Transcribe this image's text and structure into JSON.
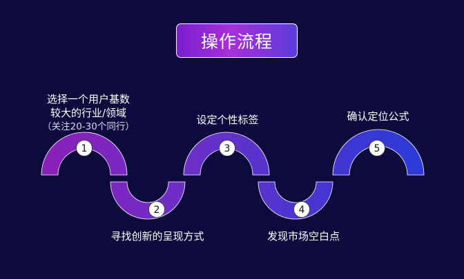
{
  "title": "操作流程",
  "steps": [
    {
      "number": "1",
      "line1": "选择一个用户基数",
      "line2": "较大的行业/领域",
      "note": "（关注20-30个同行）"
    },
    {
      "number": "2",
      "line1": "寻找创新的呈现方式"
    },
    {
      "number": "3",
      "line1": "设定个性标签"
    },
    {
      "number": "4",
      "line1": "发现市场空白点"
    },
    {
      "number": "5",
      "line1": "确认定位公式"
    }
  ],
  "colors": {
    "background": "#0d0b3d",
    "gradient_start": "#8a1fb8",
    "gradient_end": "#2a3ad8",
    "badge": "#ffffff"
  }
}
